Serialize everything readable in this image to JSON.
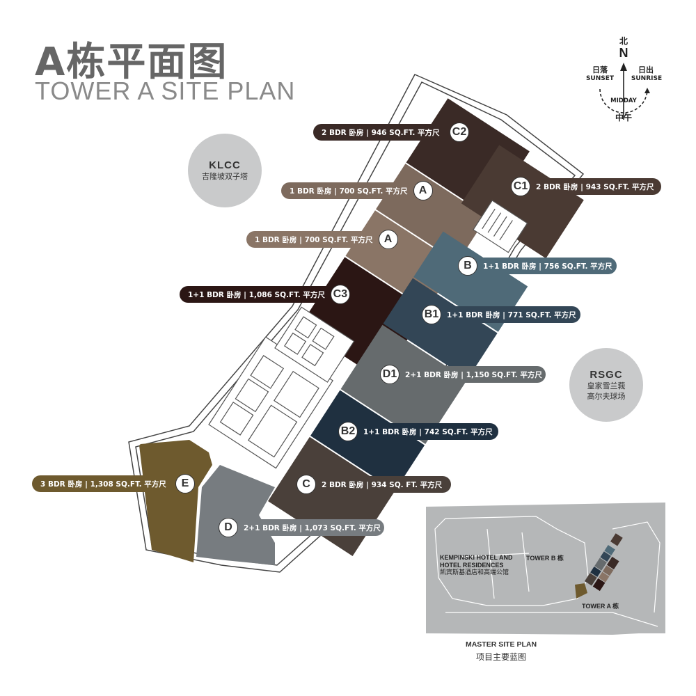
{
  "title": {
    "cn": "A栋平面图",
    "en": "TOWER A SITE PLAN"
  },
  "landmarks": {
    "klcc": {
      "name": "KLCC",
      "cn": "吉隆坡双子塔"
    },
    "rsgc": {
      "name": "RSGC",
      "cn1": "皇家雪兰莪",
      "cn2": "高尔夫球场"
    }
  },
  "compass": {
    "north_cn": "北",
    "north": "N",
    "sunset_cn": "日落",
    "sunset": "SUNSET",
    "sunrise_cn": "日出",
    "sunrise": "SUNRISE",
    "midday": "MIDDAY",
    "midday_cn": "中午"
  },
  "units": [
    {
      "id": "C2",
      "label": "2 BDR 卧房 | 946 SQ.FT. 平方尺",
      "color": "#3a2a26"
    },
    {
      "id": "A1",
      "badge": "A",
      "label": "1 BDR 卧房 | 700 SQ.FT. 平方尺",
      "color": "#7d6a5d"
    },
    {
      "id": "A2",
      "badge": "A",
      "label": "1 BDR 卧房 | 700 SQ.FT. 平方尺",
      "color": "#8a7566"
    },
    {
      "id": "C3",
      "label": "1+1 BDR 卧房 | 1,086 SQ.FT. 平方尺",
      "color": "#2b1614"
    },
    {
      "id": "E",
      "label": "3 BDR 卧房 | 1,308 SQ.FT. 平方尺",
      "color": "#6e5a2e"
    },
    {
      "id": "C1",
      "label": "2 BDR 卧房 | 943 SQ.FT. 平方尺",
      "color": "#4a3a33"
    },
    {
      "id": "B",
      "label": "1+1 BDR 卧房 | 756 SQ.FT. 平方尺",
      "color": "#4f6a78"
    },
    {
      "id": "B1",
      "label": "1+1 BDR 卧房 | 771 SQ.FT. 平方尺",
      "color": "#334656"
    },
    {
      "id": "D1",
      "label": "2+1 BDR 卧房 | 1,150 SQ.FT. 平方尺",
      "color": "#666b6d"
    },
    {
      "id": "B2",
      "label": "1+1 BDR 卧房 | 742 SQ.FT. 平方尺",
      "color": "#1f3040"
    },
    {
      "id": "C",
      "label": "2 BDR 卧房 | 934 SQ. FT. 平方尺",
      "color": "#4a403a"
    },
    {
      "id": "D",
      "label": "2+1 BDR 卧房 | 1,073 SQ.FT. 平方尺",
      "color": "#777c80"
    }
  ],
  "master_plan": {
    "kempinski_1": "KEMPINSKI HOTEL AND",
    "kempinski_2": "HOTEL RESIDENCES",
    "kempinski_cn": "凯宾斯基酒店和高端公馆",
    "tower_b": "TOWER B 栋",
    "tower_a": "TOWER A 栋",
    "caption": "MASTER SITE PLAN",
    "caption_cn": "项目主要蓝图"
  }
}
